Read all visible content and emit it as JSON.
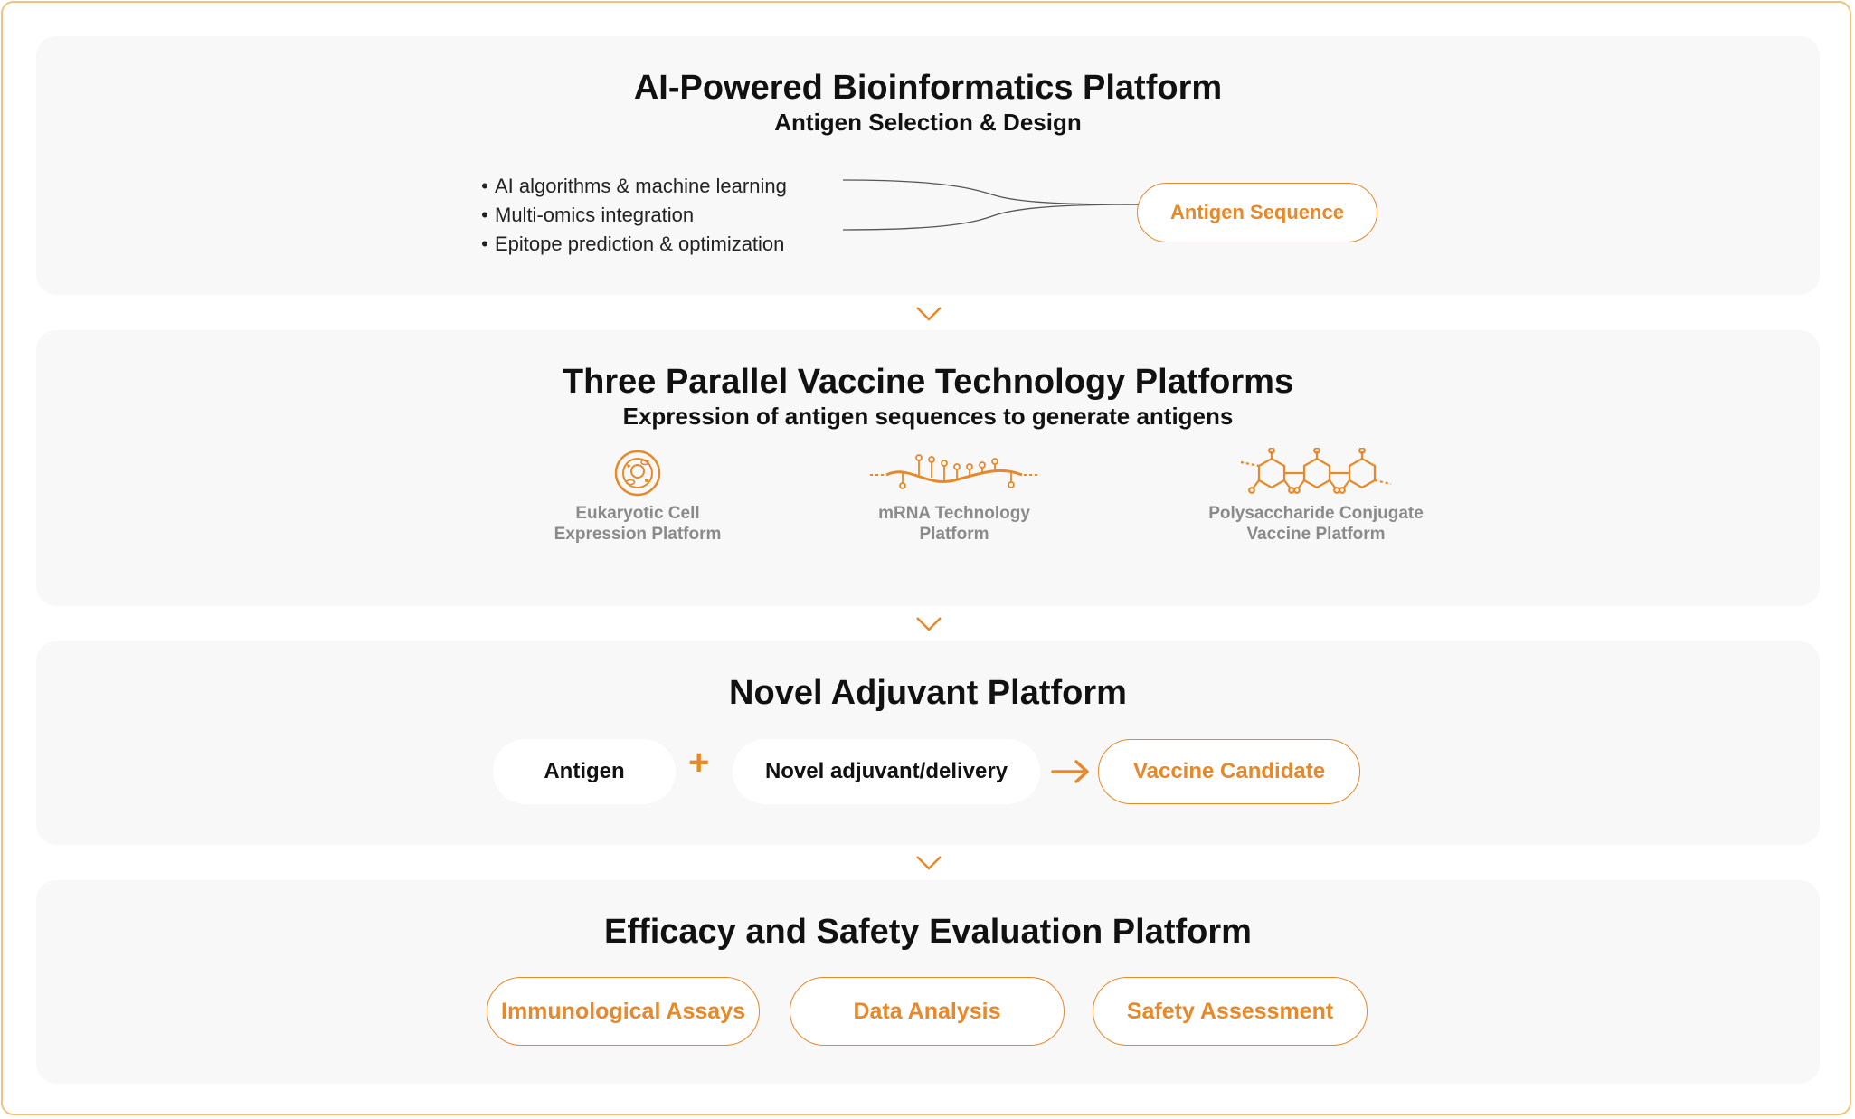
{
  "colors": {
    "accent": "#e5892a",
    "panel_bg": "#f8f8f8",
    "border": "#f0c27a",
    "muted_text": "#8a8a8a"
  },
  "bioinformatics": {
    "title": "AI-Powered Bioinformatics Platform",
    "subtitle": "Antigen Selection & Design",
    "bullets": [
      "AI algorithms & machine learning",
      "Multi-omics integration",
      "Epitope prediction & optimization"
    ],
    "output_label": "Antigen Sequence"
  },
  "vaccine_platforms": {
    "title": "Three Parallel Vaccine Technology Platforms",
    "subtitle": "Expression of antigen sequences to generate antigens",
    "platforms": [
      {
        "icon": "cell-icon",
        "label": "Eukaryotic Cell\nExpression Platform"
      },
      {
        "icon": "mrna-icon",
        "label": "mRNA Technology\nPlatform"
      },
      {
        "icon": "polysaccharide-icon",
        "label": "Polysaccharide Conjugate\nVaccine Platform"
      }
    ]
  },
  "adjuvant": {
    "title": "Novel Adjuvant Platform",
    "antigen_label": "Antigen",
    "plus_symbol": "+",
    "delivery_label": "Novel adjuvant/delivery",
    "result_label": "Vaccine Candidate"
  },
  "evaluation": {
    "title": "Efficacy and Safety Evaluation Platform",
    "items": [
      "Immunological Assays",
      "Data Analysis",
      "Safety Assessment"
    ]
  }
}
